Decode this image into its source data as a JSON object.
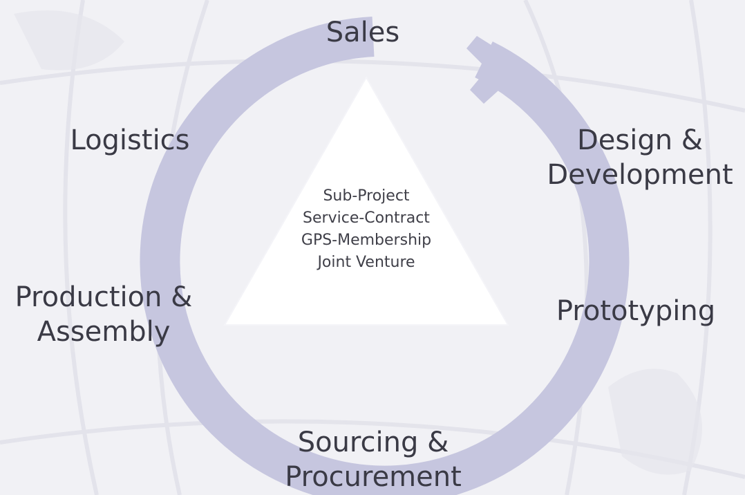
{
  "diagram": {
    "stages": {
      "sales": [
        "Sales"
      ],
      "design": [
        "Design &",
        "Development"
      ],
      "prototyping": [
        "Prototyping"
      ],
      "sourcing": [
        "Sourcing &",
        "Procurement"
      ],
      "production": [
        "Production &",
        "Assembly"
      ],
      "logistics": [
        "Logistics"
      ]
    },
    "center_items": [
      "Sub-Project",
      "Service-Contract",
      "GPS-Membership",
      "Joint Venture"
    ]
  },
  "colors": {
    "cycle_ring": "#c6c6df",
    "triangle": "#ffffff",
    "background": "#f1f1f5",
    "text": "#3a3a45"
  }
}
